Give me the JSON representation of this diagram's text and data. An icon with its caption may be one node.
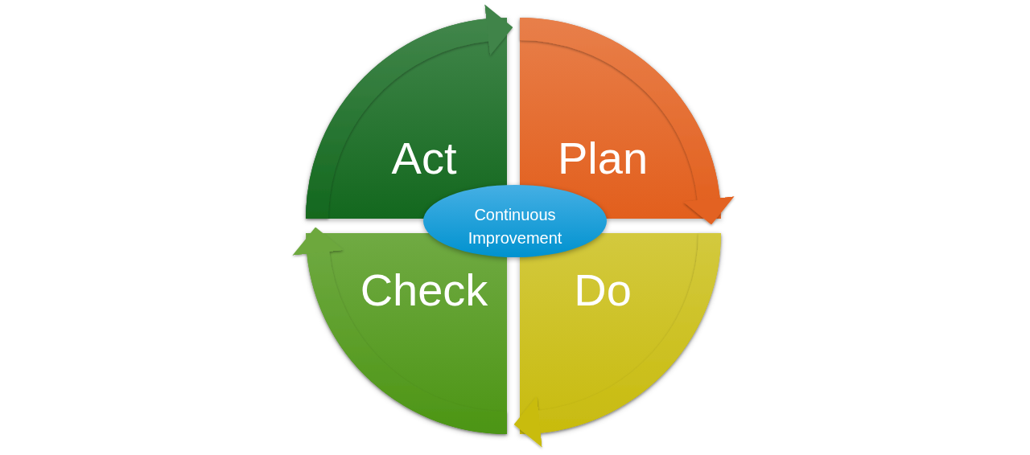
{
  "diagram": {
    "nodes": [
      {
        "text": [
          "Act"
        ]
      },
      {
        "text": [
          "Plan"
        ]
      },
      {
        "text": [
          "Continuous Improvement"
        ]
      },
      {
        "text": [
          "Check"
        ]
      },
      {
        "text": [
          "Do"
        ]
      }
    ],
    "edges": [
      {
        "from": 0,
        "to": 1,
        "arrow": "to",
        "color": "#13681e"
      },
      {
        "from": 1,
        "to": 4,
        "arrow": "to",
        "color": "#e25f1d"
      },
      {
        "from": 4,
        "to": 3,
        "arrow": "to",
        "color": "#c8bb0e"
      },
      {
        "from": 3,
        "to": 0,
        "arrow": "to",
        "color": "#4c9514"
      }
    ]
  }
}
